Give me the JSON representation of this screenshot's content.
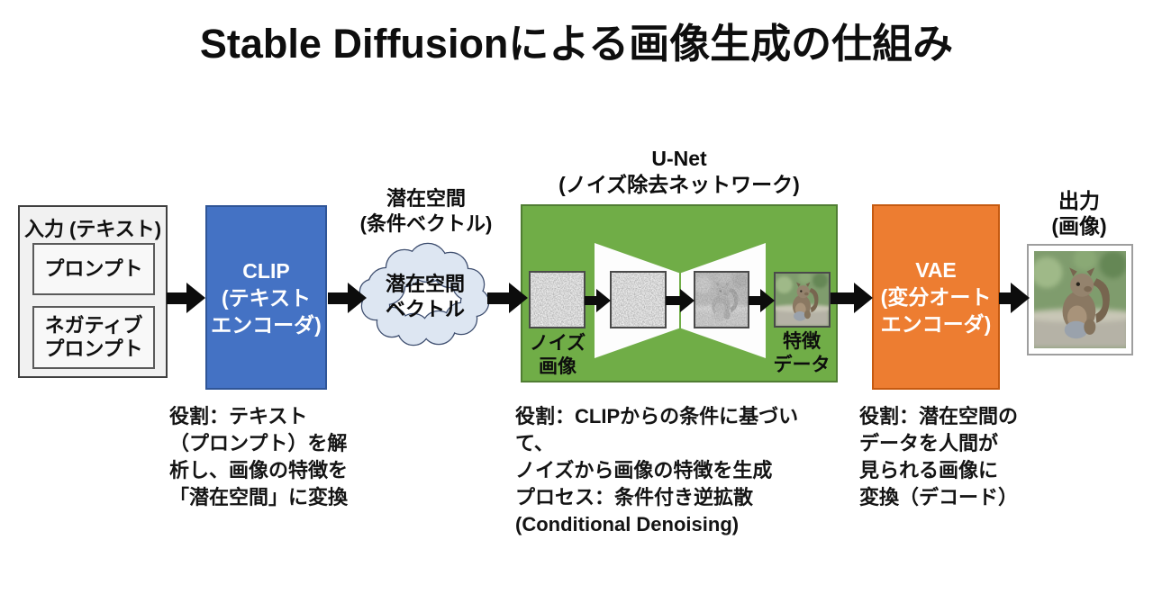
{
  "title": "Stable Diffusionによる画像生成の仕組み",
  "input": {
    "title": "入力 (テキスト)",
    "prompt": "プロンプト",
    "negative_prompt": "ネガティブ\nプロンプト"
  },
  "clip": {
    "label": "CLIP\n(テキスト\nエンコーダ)",
    "description": "役割：テキスト\n（プロンプト）を解\n析し、画像の特徴を\n「潜在空間」に変換",
    "color": "#4472c4"
  },
  "latent": {
    "caption": "潜在空間\n(条件ベクトル)",
    "cloud_label": "潜在空間\nベクトル",
    "fill_color": "#dde6f2",
    "border_color": "#3d4d6e"
  },
  "unet": {
    "caption": "U-Net\n(ノイズ除去ネットワーク)",
    "noise_label": "ノイズ\n画像",
    "feature_label": "特徴\nデータ",
    "description": "役割：CLIPからの条件に基づいて、\nノイズから画像の特徴を生成\nプロセス：条件付き逆拡散\n(Conditional Denoising)",
    "color": "#70ad47"
  },
  "vae": {
    "label": "VAE\n(変分オート\nエンコーダ)",
    "description": "役割：潜在空間の\nデータを人間が\n見られる画像に\n変換（デコード）",
    "color": "#ed7d31"
  },
  "output": {
    "caption": "出力\n(画像)"
  },
  "colors": {
    "arrow": "#0c0c0c",
    "input_fill": "#f1f1f1",
    "bowtie_fill": "#fdfdfd"
  }
}
